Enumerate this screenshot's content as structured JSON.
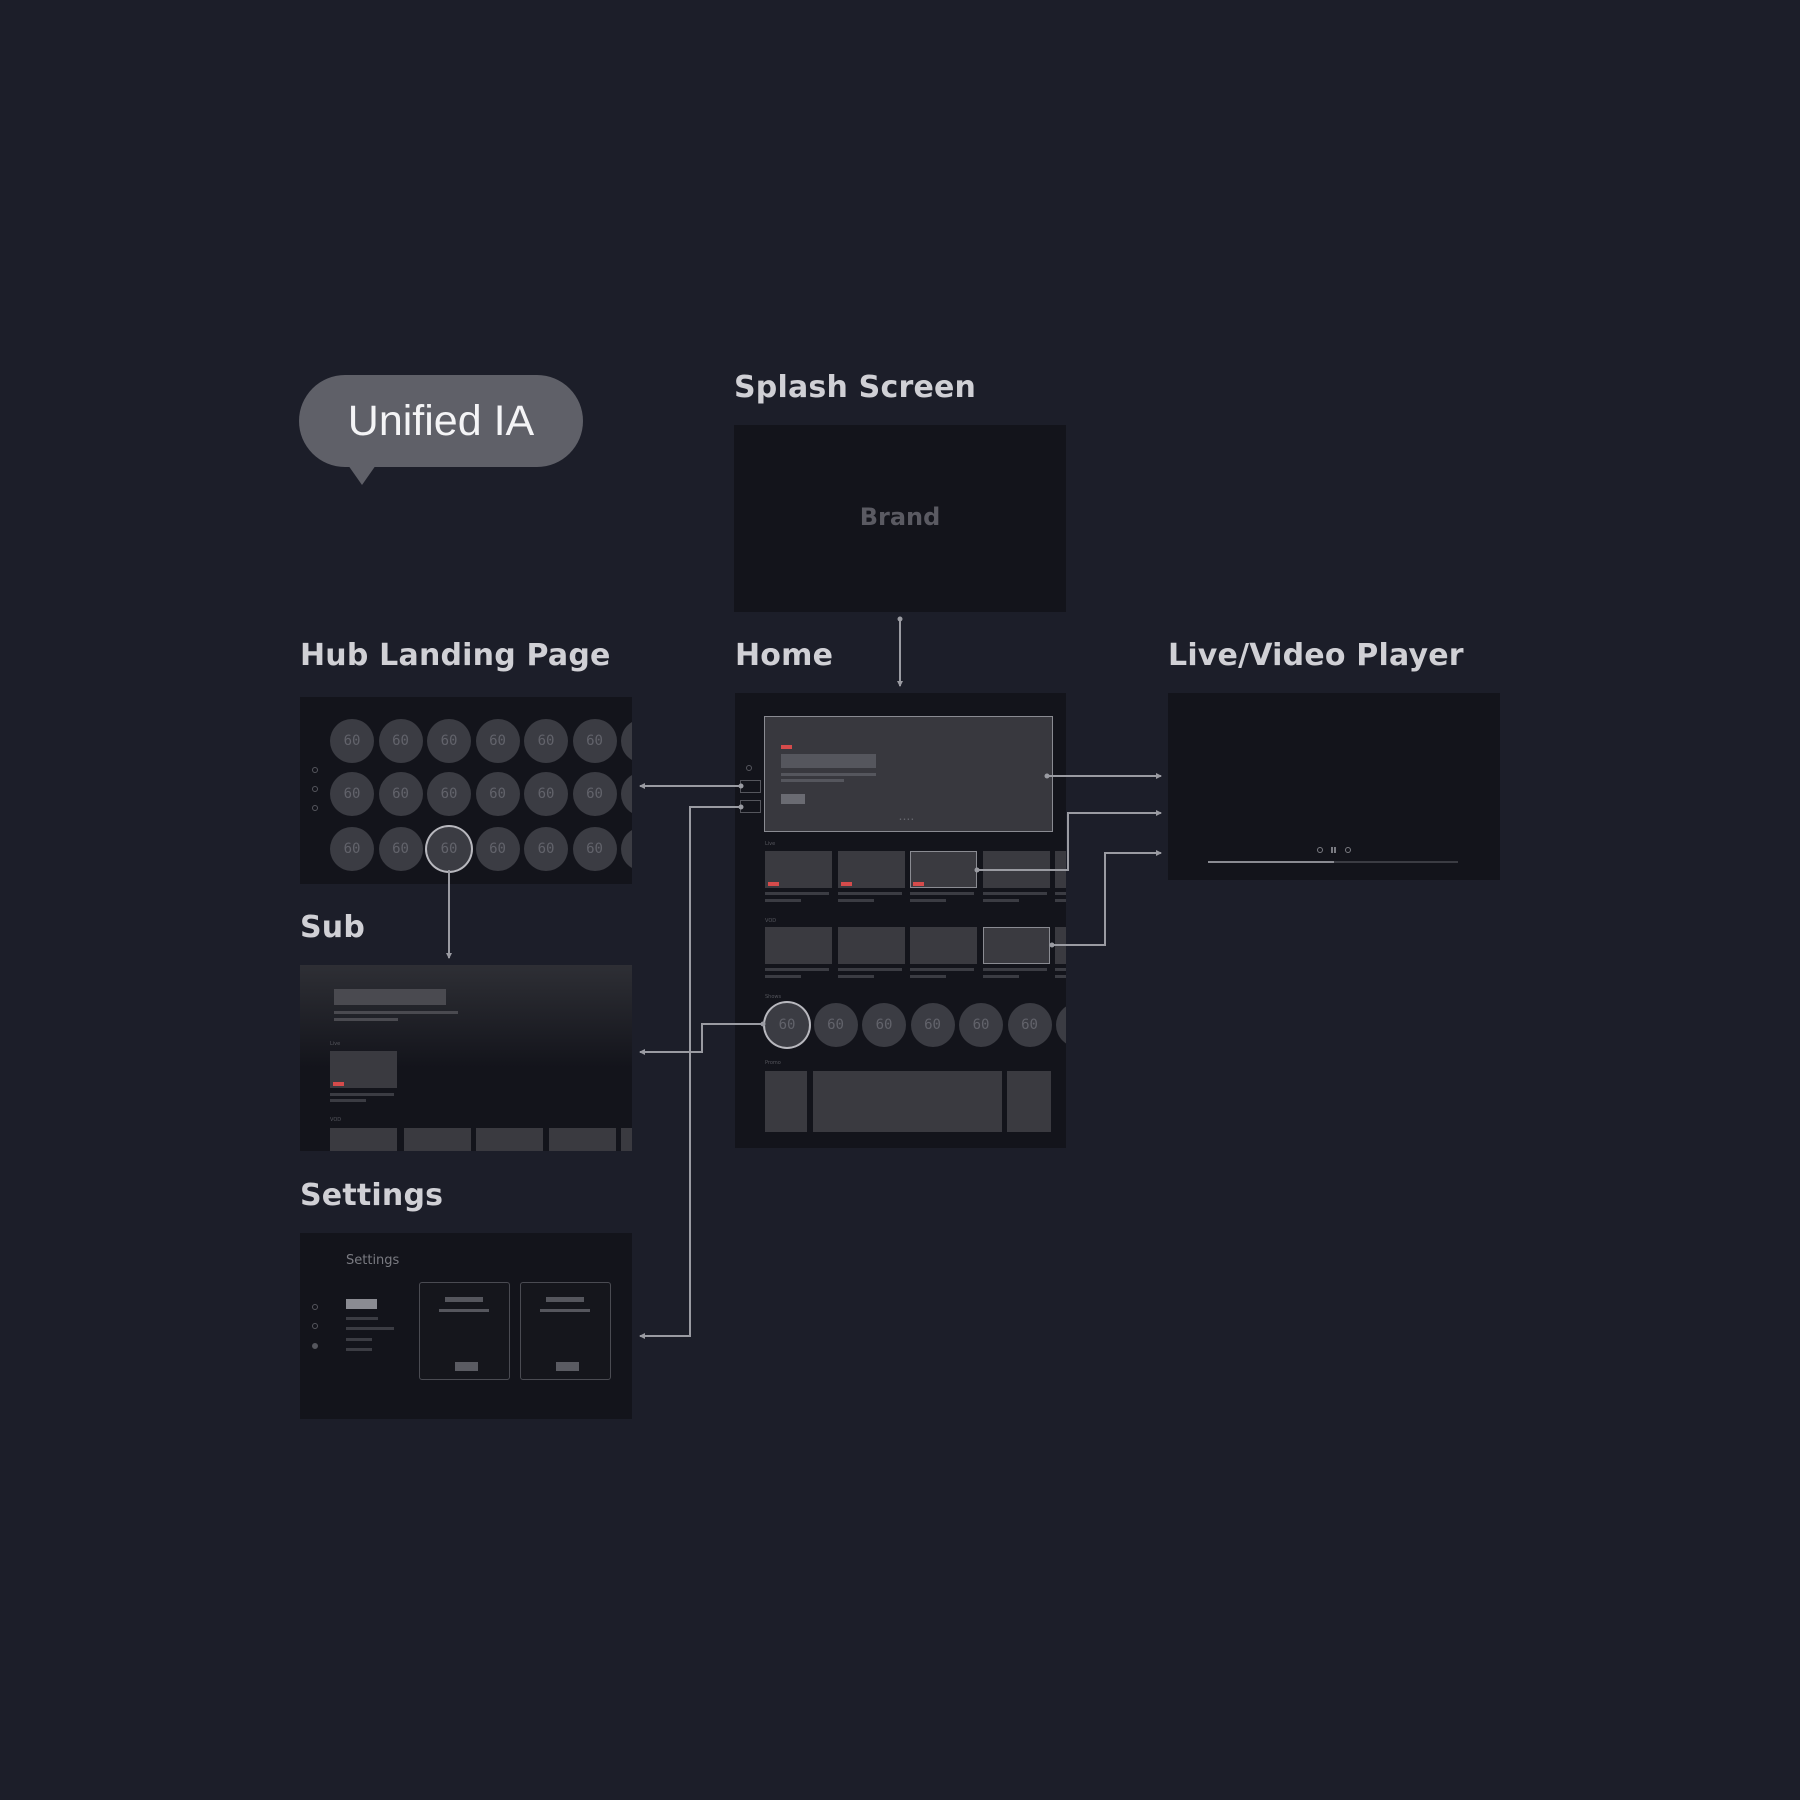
{
  "bubble": {
    "label": "Unified IA"
  },
  "screens": {
    "splash": {
      "title": "Splash Screen",
      "brand": "Brand"
    },
    "hub": {
      "title": "Hub Landing Page",
      "badge_text": "60"
    },
    "home": {
      "title": "Home",
      "sections": {
        "live": "Live",
        "vod": "VOD",
        "shows": "Shows",
        "promo": "Promo"
      }
    },
    "player": {
      "title": "Live/Video Player"
    },
    "sub": {
      "title": "Sub",
      "sections": {
        "live": "Live",
        "vod": "VOD"
      }
    },
    "settings": {
      "title": "Settings",
      "inner_title": "Settings"
    }
  },
  "colors": {
    "background": "#1c1e29",
    "frame": "#13141b",
    "connector": "#9a9ba2",
    "live_tag": "#d54b4b"
  }
}
